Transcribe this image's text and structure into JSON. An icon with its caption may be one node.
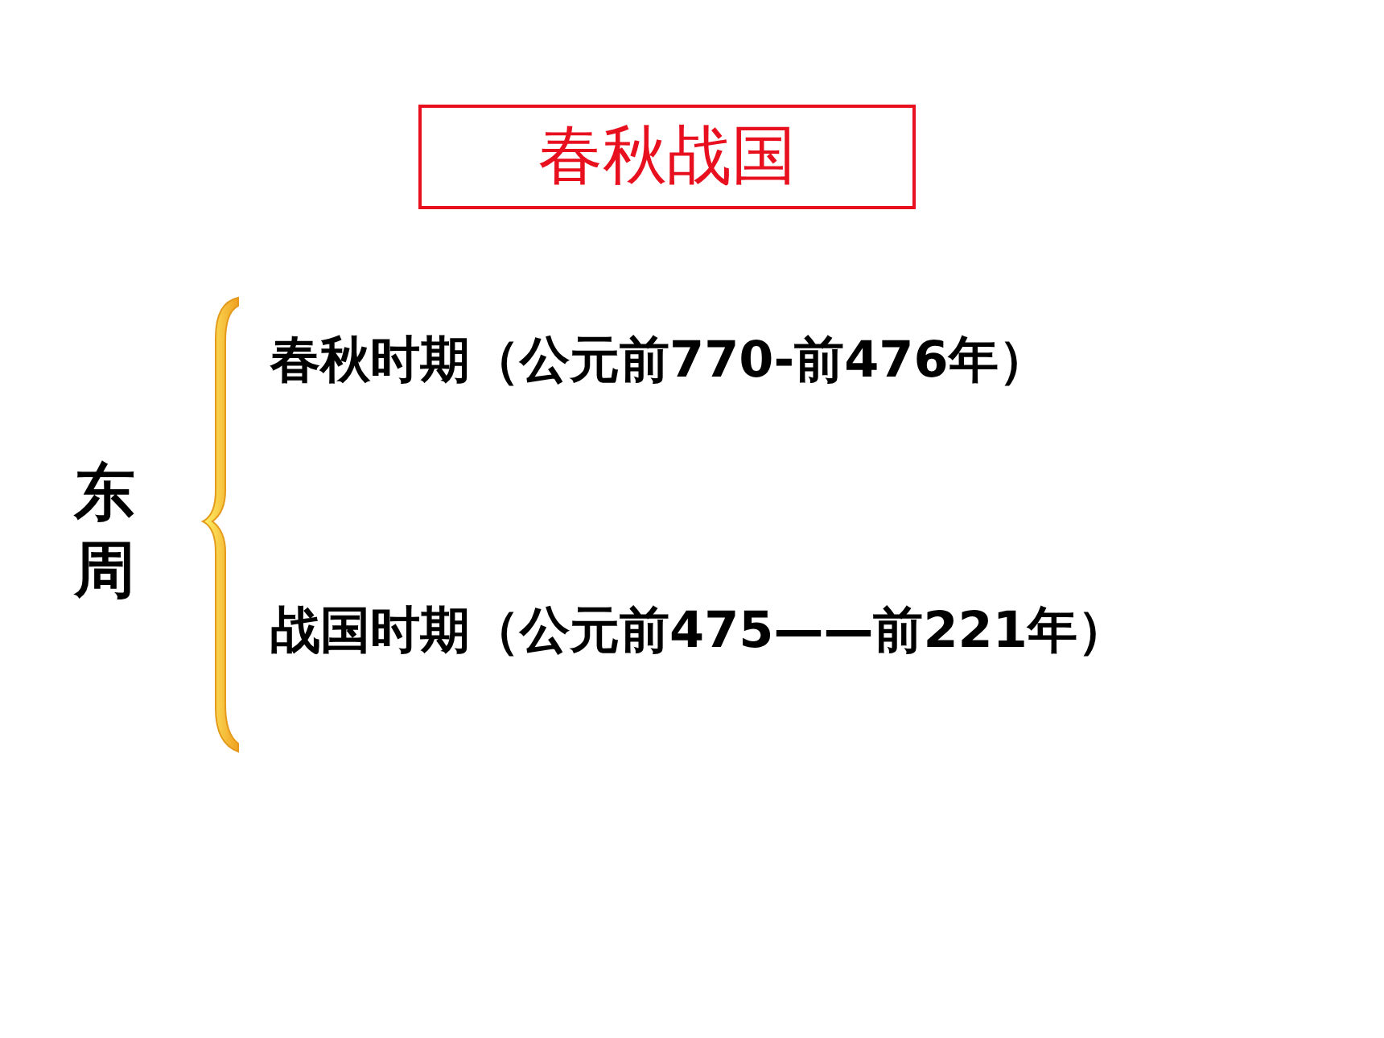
{
  "diagram": {
    "nodes": [
      {
        "text": [
          "春秋战国"
        ]
      }
    ],
    "labels": [
      "东周",
      "春秋时期（公元前770-前476年）",
      "战国时期（公元前475——前221年）"
    ]
  }
}
